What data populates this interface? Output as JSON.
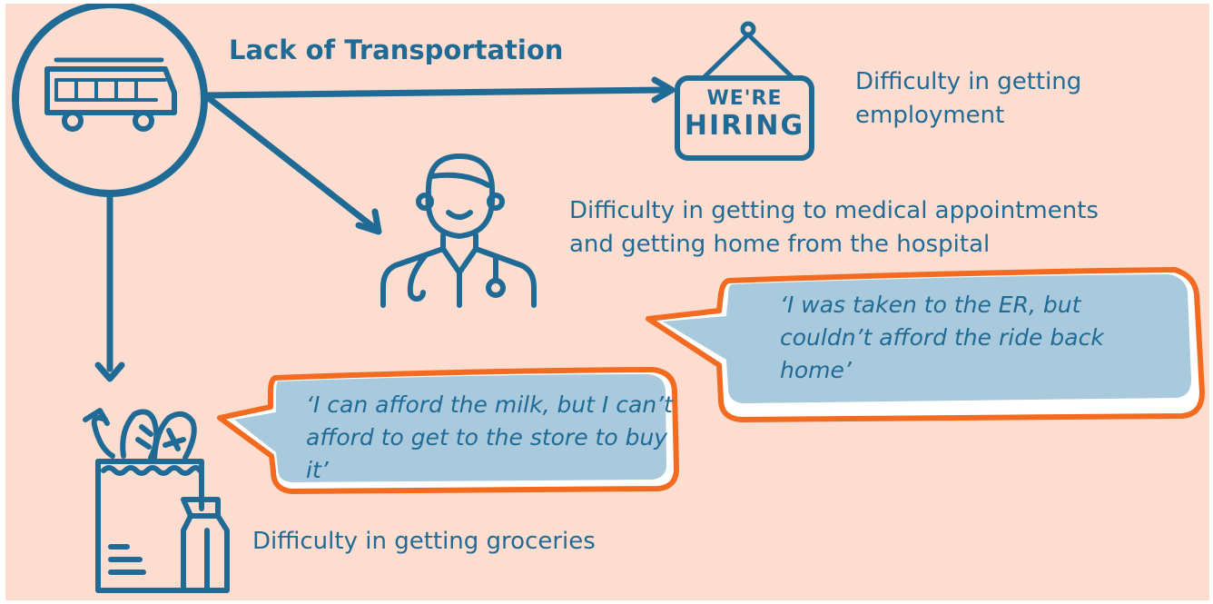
{
  "title": "Lack of Transportation",
  "icons": {
    "bus": "bus-icon",
    "hiring_sign": "hiring-sign-icon",
    "doctor": "doctor-icon",
    "grocery_bag": "grocery-bag-icon"
  },
  "hiring_sign": {
    "line1": "WE'RE",
    "line2": "HIRING"
  },
  "captions": {
    "employment": "Difficulty in getting employment",
    "medical": "Difficulty in getting to medical appointments and getting home from the hospital",
    "groceries": "Difficulty in getting groceries"
  },
  "quotes": {
    "er": "‘I was taken to the ER, but couldn’t afford the ride back home’",
    "milk": "‘I can afford the milk, but I can’t afford to get to the store to buy it’"
  },
  "colors": {
    "background": "#fcddd0",
    "primary": "#1f6b96",
    "bubble_fill": "#a9c9dc",
    "bubble_outline": "#f26b21",
    "bubble_shadow": "#ffffff"
  }
}
